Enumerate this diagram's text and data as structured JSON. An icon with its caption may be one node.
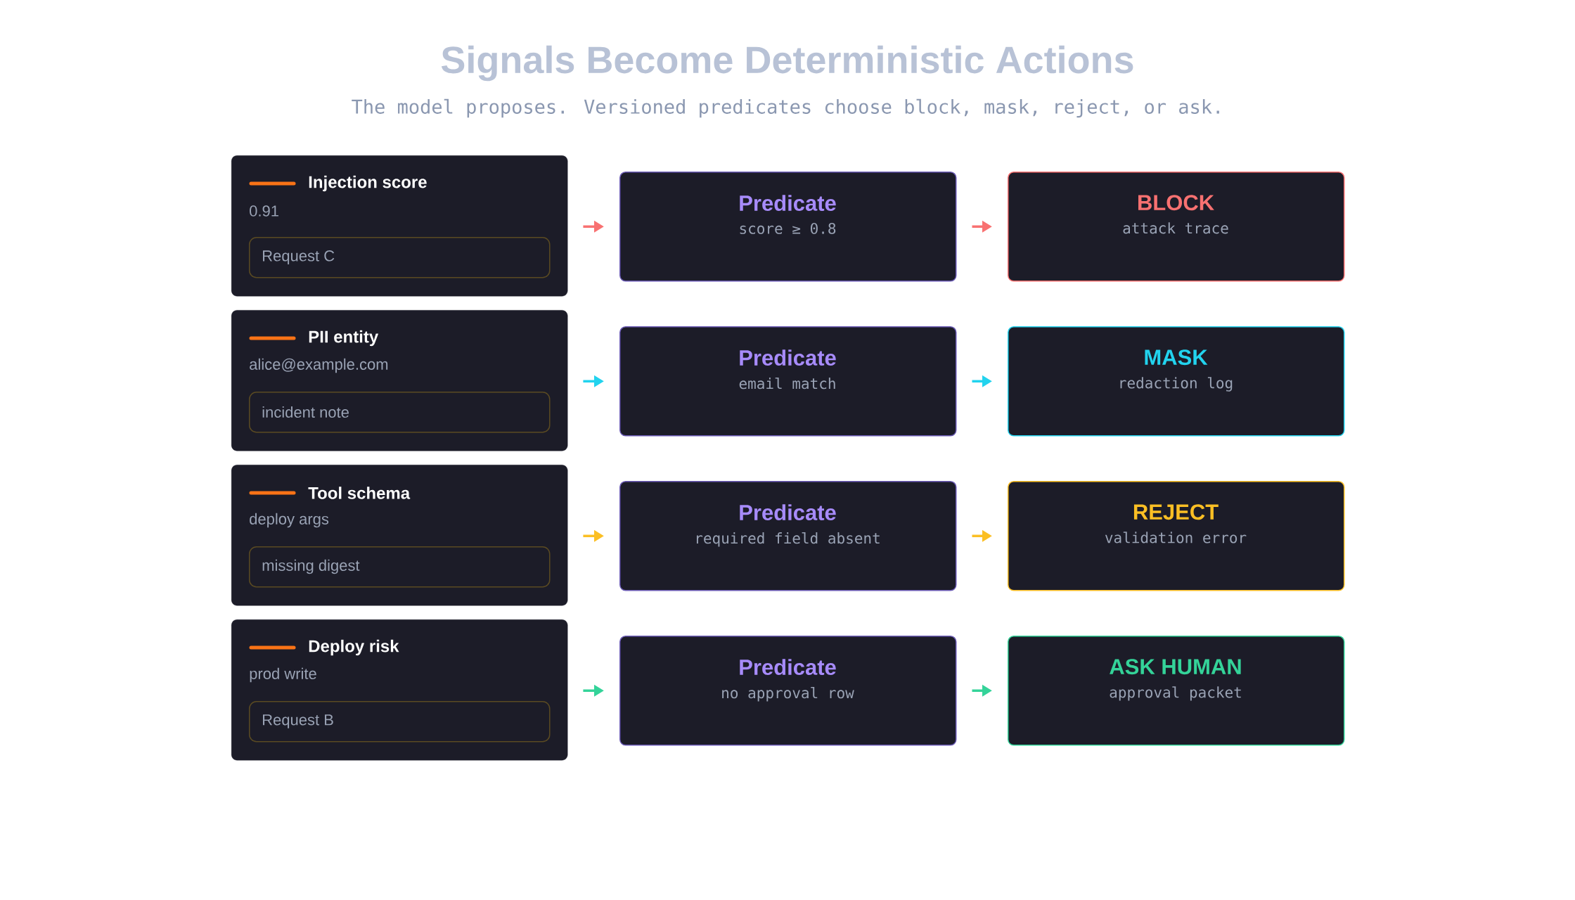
{
  "diagram": {
    "title": "Signals Become Deterministic Actions",
    "nodes": [
      {
        "text": [
          "Injection score",
          "0.91"
        ]
      },
      {
        "text": [
          "Request C"
        ],
        "in": 0
      },
      {
        "text": [
          "Predicate",
          "score ≥ 0.8"
        ]
      },
      {
        "text": [
          "BLOCK",
          "attack trace"
        ]
      },
      {
        "text": [
          "PII entity",
          "alice@example.com"
        ]
      },
      {
        "text": [
          "incident note"
        ],
        "in": 4
      },
      {
        "text": [
          "Predicate",
          "email match"
        ]
      },
      {
        "text": [
          "MASK",
          "redaction log"
        ]
      },
      {
        "text": [
          "Tool schema",
          "deploy args"
        ]
      },
      {
        "text": [
          "missing digest"
        ],
        "in": 8
      },
      {
        "text": [
          "Predicate",
          "required field absent"
        ]
      },
      {
        "text": [
          "REJECT",
          "validation error"
        ]
      },
      {
        "text": [
          "Deploy risk",
          "prod write"
        ]
      },
      {
        "text": [
          "Request B"
        ],
        "in": 12
      },
      {
        "text": [
          "Predicate",
          "no approval row"
        ]
      },
      {
        "text": [
          "ASK HUMAN",
          "approval packet"
        ]
      }
    ],
    "edges": [
      {
        "from": 0,
        "to": 2,
        "arrow": "to",
        "color": "#f87171"
      },
      {
        "from": 2,
        "to": 3,
        "arrow": "to",
        "color": "#f87171"
      },
      {
        "from": 4,
        "to": 6,
        "arrow": "to",
        "color": "#22d3ee"
      },
      {
        "from": 6,
        "to": 7,
        "arrow": "to",
        "color": "#22d3ee"
      },
      {
        "from": 8,
        "to": 10,
        "arrow": "to",
        "color": "#fbbf24"
      },
      {
        "from": 10,
        "to": 11,
        "arrow": "to",
        "color": "#fbbf24"
      },
      {
        "from": 12,
        "to": 14,
        "arrow": "to",
        "color": "#34d399"
      },
      {
        "from": 14,
        "to": 15,
        "arrow": "to",
        "color": "#34d399"
      }
    ],
    "labels": [
      "The model proposes. Versioned predicates choose block, mask, reject, or ask."
    ]
  }
}
